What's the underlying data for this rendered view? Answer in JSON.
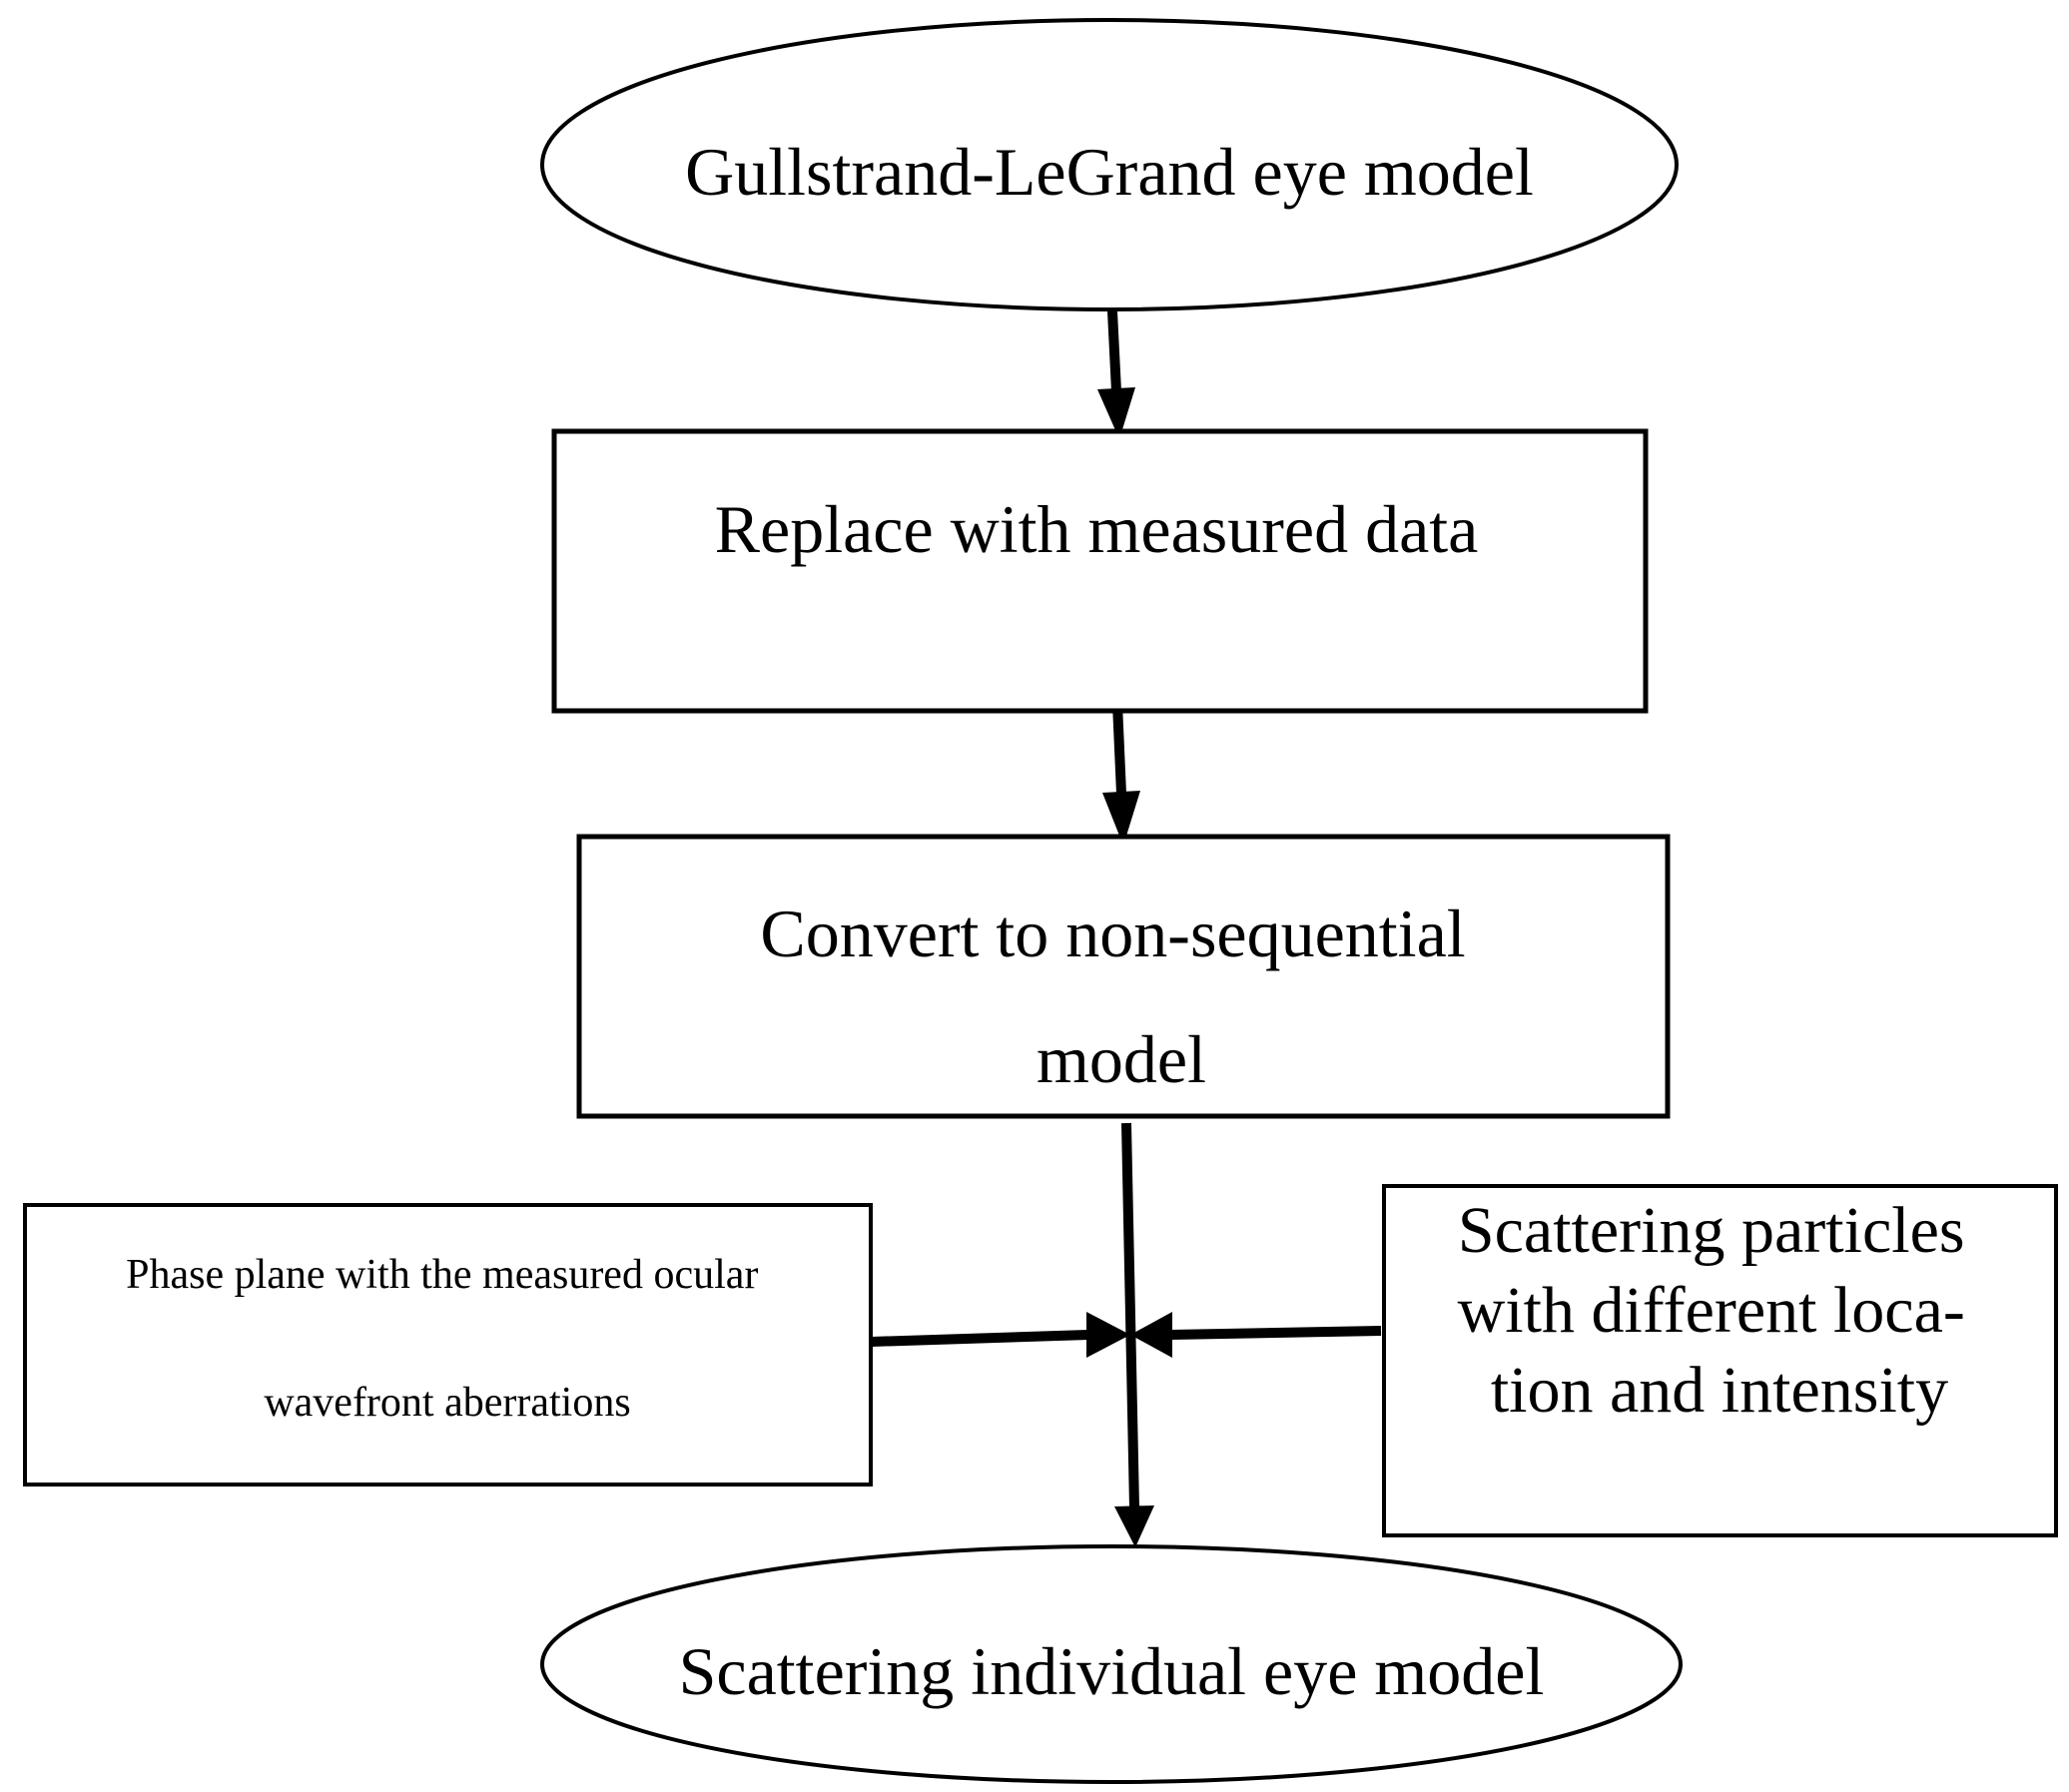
{
  "colors": {
    "background": "#ffffff",
    "stroke": "#000000",
    "text": "#000000"
  },
  "nodes": {
    "start": {
      "shape": "ellipse",
      "lines": [
        "Gullstrand-LeGrand eye model"
      ]
    },
    "replace": {
      "shape": "rectangle",
      "lines": [
        "Replace with measured data"
      ]
    },
    "convert": {
      "shape": "rectangle",
      "lines": [
        "Convert to non-sequential",
        "model"
      ]
    },
    "phase_plane": {
      "shape": "rectangle",
      "lines": [
        "Phase plane with the measured ocular",
        "wavefront aberrations"
      ]
    },
    "scattering_particles": {
      "shape": "rectangle",
      "lines": [
        "Scattering particles",
        "with different loca-",
        "tion and intensity"
      ]
    },
    "end": {
      "shape": "ellipse",
      "lines": [
        "Scattering individual eye model"
      ]
    }
  },
  "edges": [
    {
      "from": "start",
      "to": "replace"
    },
    {
      "from": "replace",
      "to": "convert"
    },
    {
      "from": "convert",
      "to": "end"
    },
    {
      "from": "phase_plane",
      "to": "junction"
    },
    {
      "from": "scattering_particles",
      "to": "junction"
    }
  ]
}
